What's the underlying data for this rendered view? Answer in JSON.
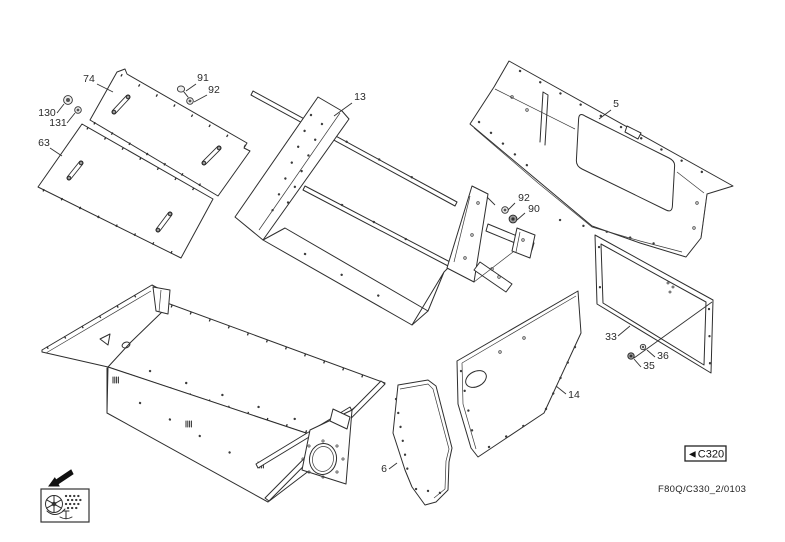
{
  "labels": {
    "5": "5",
    "6": "6",
    "13": "13",
    "14": "14",
    "33": "33",
    "35": "35",
    "36": "36",
    "63": "63",
    "74": "74",
    "90": "90",
    "91": "91",
    "92": "92",
    "130": "130",
    "131": "131"
  },
  "nav": {
    "arrow": "◄",
    "ref": "C320"
  },
  "footer": {
    "drawing_code": "F80Q/C330_2/0103"
  },
  "icons": {
    "legend": "straw-chopper-pictogram",
    "direction": "arrow-down-left-icon"
  },
  "line_color": "#2e2e2e",
  "background_color": "#ffffff"
}
